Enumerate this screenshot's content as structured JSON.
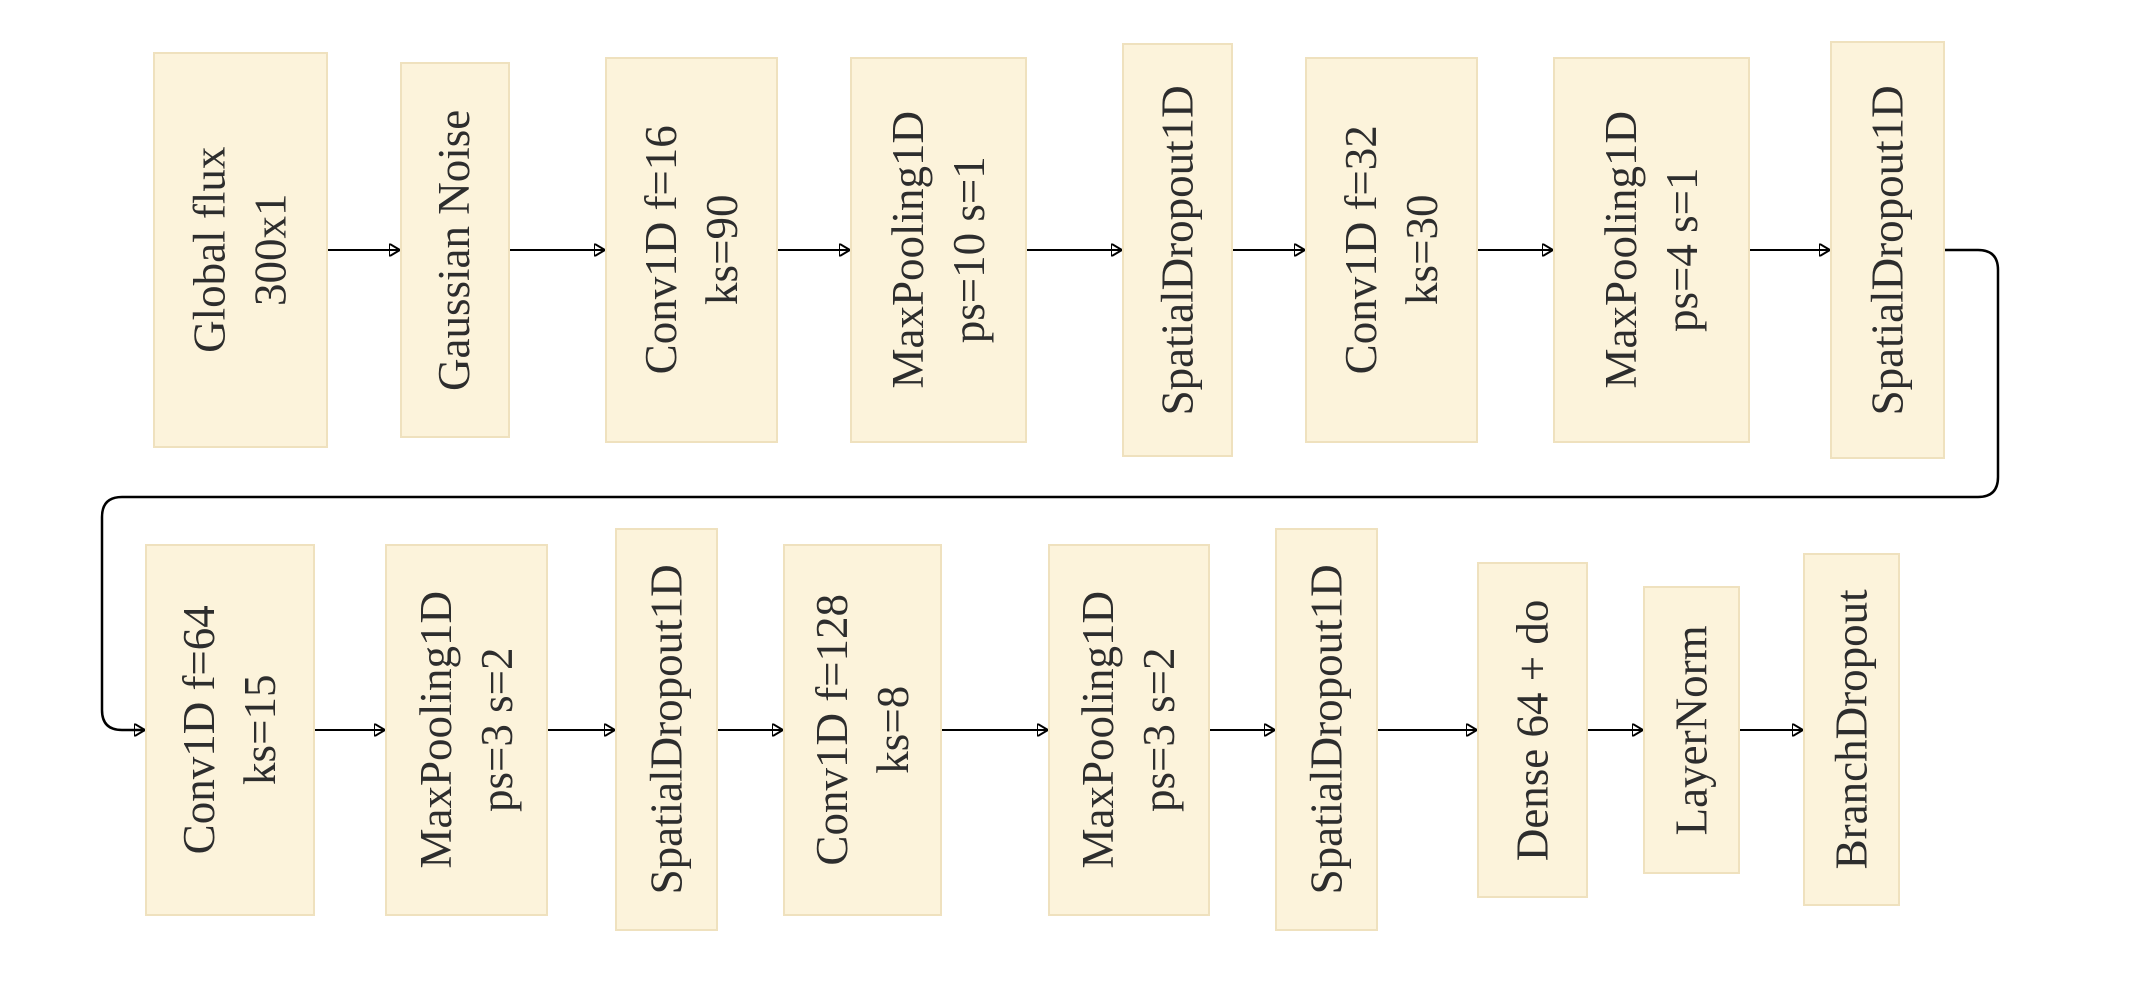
{
  "diagram": {
    "type": "neural-network-flowchart",
    "colors": {
      "node_fill": "#FCF3DB",
      "node_border": "#EFE1BE",
      "text": "#2D2D2D",
      "arrow": "#000000",
      "background": "#FFFFFF"
    },
    "rows": [
      {
        "nodes": [
          {
            "name": "global-flux-input",
            "line1": "Global flux",
            "line2": "300x1"
          },
          {
            "name": "gaussian-noise",
            "line1": "Gaussian Noise",
            "line2": ""
          },
          {
            "name": "conv1d-16",
            "line1": "Conv1D f=16",
            "line2": "ks=90"
          },
          {
            "name": "maxpooling-10-1",
            "line1": "MaxPooling1D",
            "line2": "ps=10 s=1"
          },
          {
            "name": "spatialdropout-1",
            "line1": "SpatialDropout1D",
            "line2": ""
          },
          {
            "name": "conv1d-32",
            "line1": "Conv1D f=32",
            "line2": "ks=30"
          },
          {
            "name": "maxpooling-4-1",
            "line1": "MaxPooling1D",
            "line2": "ps=4 s=1"
          },
          {
            "name": "spatialdropout-2",
            "line1": "SpatialDropout1D",
            "line2": ""
          }
        ]
      },
      {
        "nodes": [
          {
            "name": "conv1d-64",
            "line1": "Conv1D f=64",
            "line2": "ks=15"
          },
          {
            "name": "maxpooling-3-2-a",
            "line1": "MaxPooling1D",
            "line2": "ps=3 s=2"
          },
          {
            "name": "spatialdropout-3",
            "line1": "SpatialDropout1D",
            "line2": ""
          },
          {
            "name": "conv1d-128",
            "line1": "Conv1D f=128",
            "line2": "ks=8"
          },
          {
            "name": "maxpooling-3-2-b",
            "line1": "MaxPooling1D",
            "line2": "ps=3 s=2"
          },
          {
            "name": "spatialdropout-4",
            "line1": "SpatialDropout1D",
            "line2": ""
          },
          {
            "name": "dense-64-do",
            "line1": "Dense 64 + do",
            "line2": ""
          },
          {
            "name": "layernorm",
            "line1": "LayerNorm",
            "line2": ""
          },
          {
            "name": "branchdropout",
            "line1": "BranchDropout",
            "line2": ""
          }
        ]
      }
    ],
    "flow": {
      "type": "sequential",
      "wrap": "end of row 1 wraps around to start of row 2",
      "edges": [
        [
          "global-flux-input",
          "gaussian-noise"
        ],
        [
          "gaussian-noise",
          "conv1d-16"
        ],
        [
          "conv1d-16",
          "maxpooling-10-1"
        ],
        [
          "maxpooling-10-1",
          "spatialdropout-1"
        ],
        [
          "spatialdropout-1",
          "conv1d-32"
        ],
        [
          "conv1d-32",
          "maxpooling-4-1"
        ],
        [
          "maxpooling-4-1",
          "spatialdropout-2"
        ],
        [
          "spatialdropout-2",
          "conv1d-64"
        ],
        [
          "conv1d-64",
          "maxpooling-3-2-a"
        ],
        [
          "maxpooling-3-2-a",
          "spatialdropout-3"
        ],
        [
          "spatialdropout-3",
          "conv1d-128"
        ],
        [
          "conv1d-128",
          "maxpooling-3-2-b"
        ],
        [
          "maxpooling-3-2-b",
          "spatialdropout-4"
        ],
        [
          "spatialdropout-4",
          "dense-64-do"
        ],
        [
          "dense-64-do",
          "layernorm"
        ],
        [
          "layernorm",
          "branchdropout"
        ]
      ]
    }
  }
}
